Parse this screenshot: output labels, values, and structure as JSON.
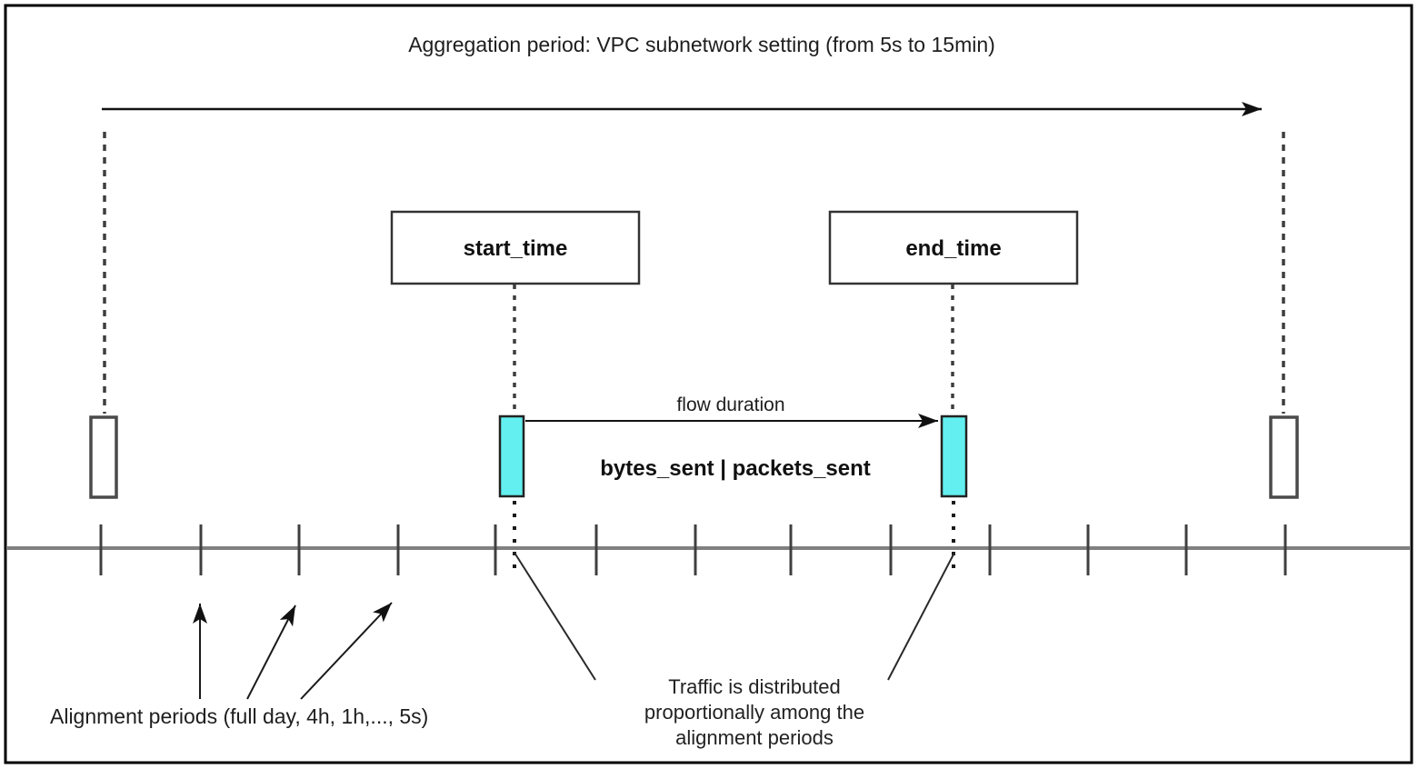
{
  "diagram": {
    "title": "Aggregation period: VPC subnetwork setting (from 5s to 15min)",
    "start_box": {
      "label": "start_time"
    },
    "end_box": {
      "label": "end_time"
    },
    "flow": {
      "duration_label": "flow duration",
      "metrics_label": "bytes_sent | packets_sent"
    },
    "annotations": {
      "alignment_periods_label": "Alignment periods (full day, 4h, 1h,..., 5s)",
      "traffic_lines": [
        "Traffic is distributed",
        "proportionally among the",
        "alignment periods"
      ]
    },
    "timeline": {
      "tick_count": 13
    },
    "colors": {
      "flow_marker_fill": "#63EFEF",
      "timeline_line": "#808080",
      "stroke": "#1a1a1a",
      "dashed_guide": "#3d3d3d"
    }
  }
}
